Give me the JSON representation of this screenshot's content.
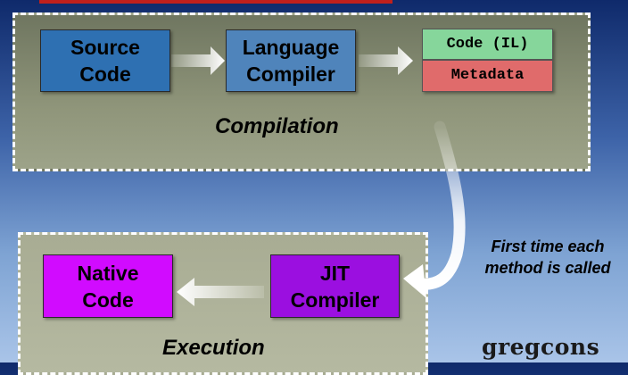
{
  "compilation": {
    "source_code": "Source\nCode",
    "language_compiler": "Language\nCompiler",
    "code_il": "Code (IL)",
    "metadata": "Metadata",
    "caption": "Compilation"
  },
  "execution": {
    "native_code": "Native\nCode",
    "jit_compiler": "JIT\nCompiler",
    "caption": "Execution"
  },
  "annotation": "First time each\nmethod is called",
  "logo": "gregcons",
  "colors": {
    "accent_red": "#c0201c",
    "source_box": "#2e70b2",
    "compiler_box": "#4f84bb",
    "il_box": "#86d69b",
    "metadata_box": "#e06b6b",
    "jit_box": "#9b0fe0",
    "native_box": "#d10bff"
  }
}
